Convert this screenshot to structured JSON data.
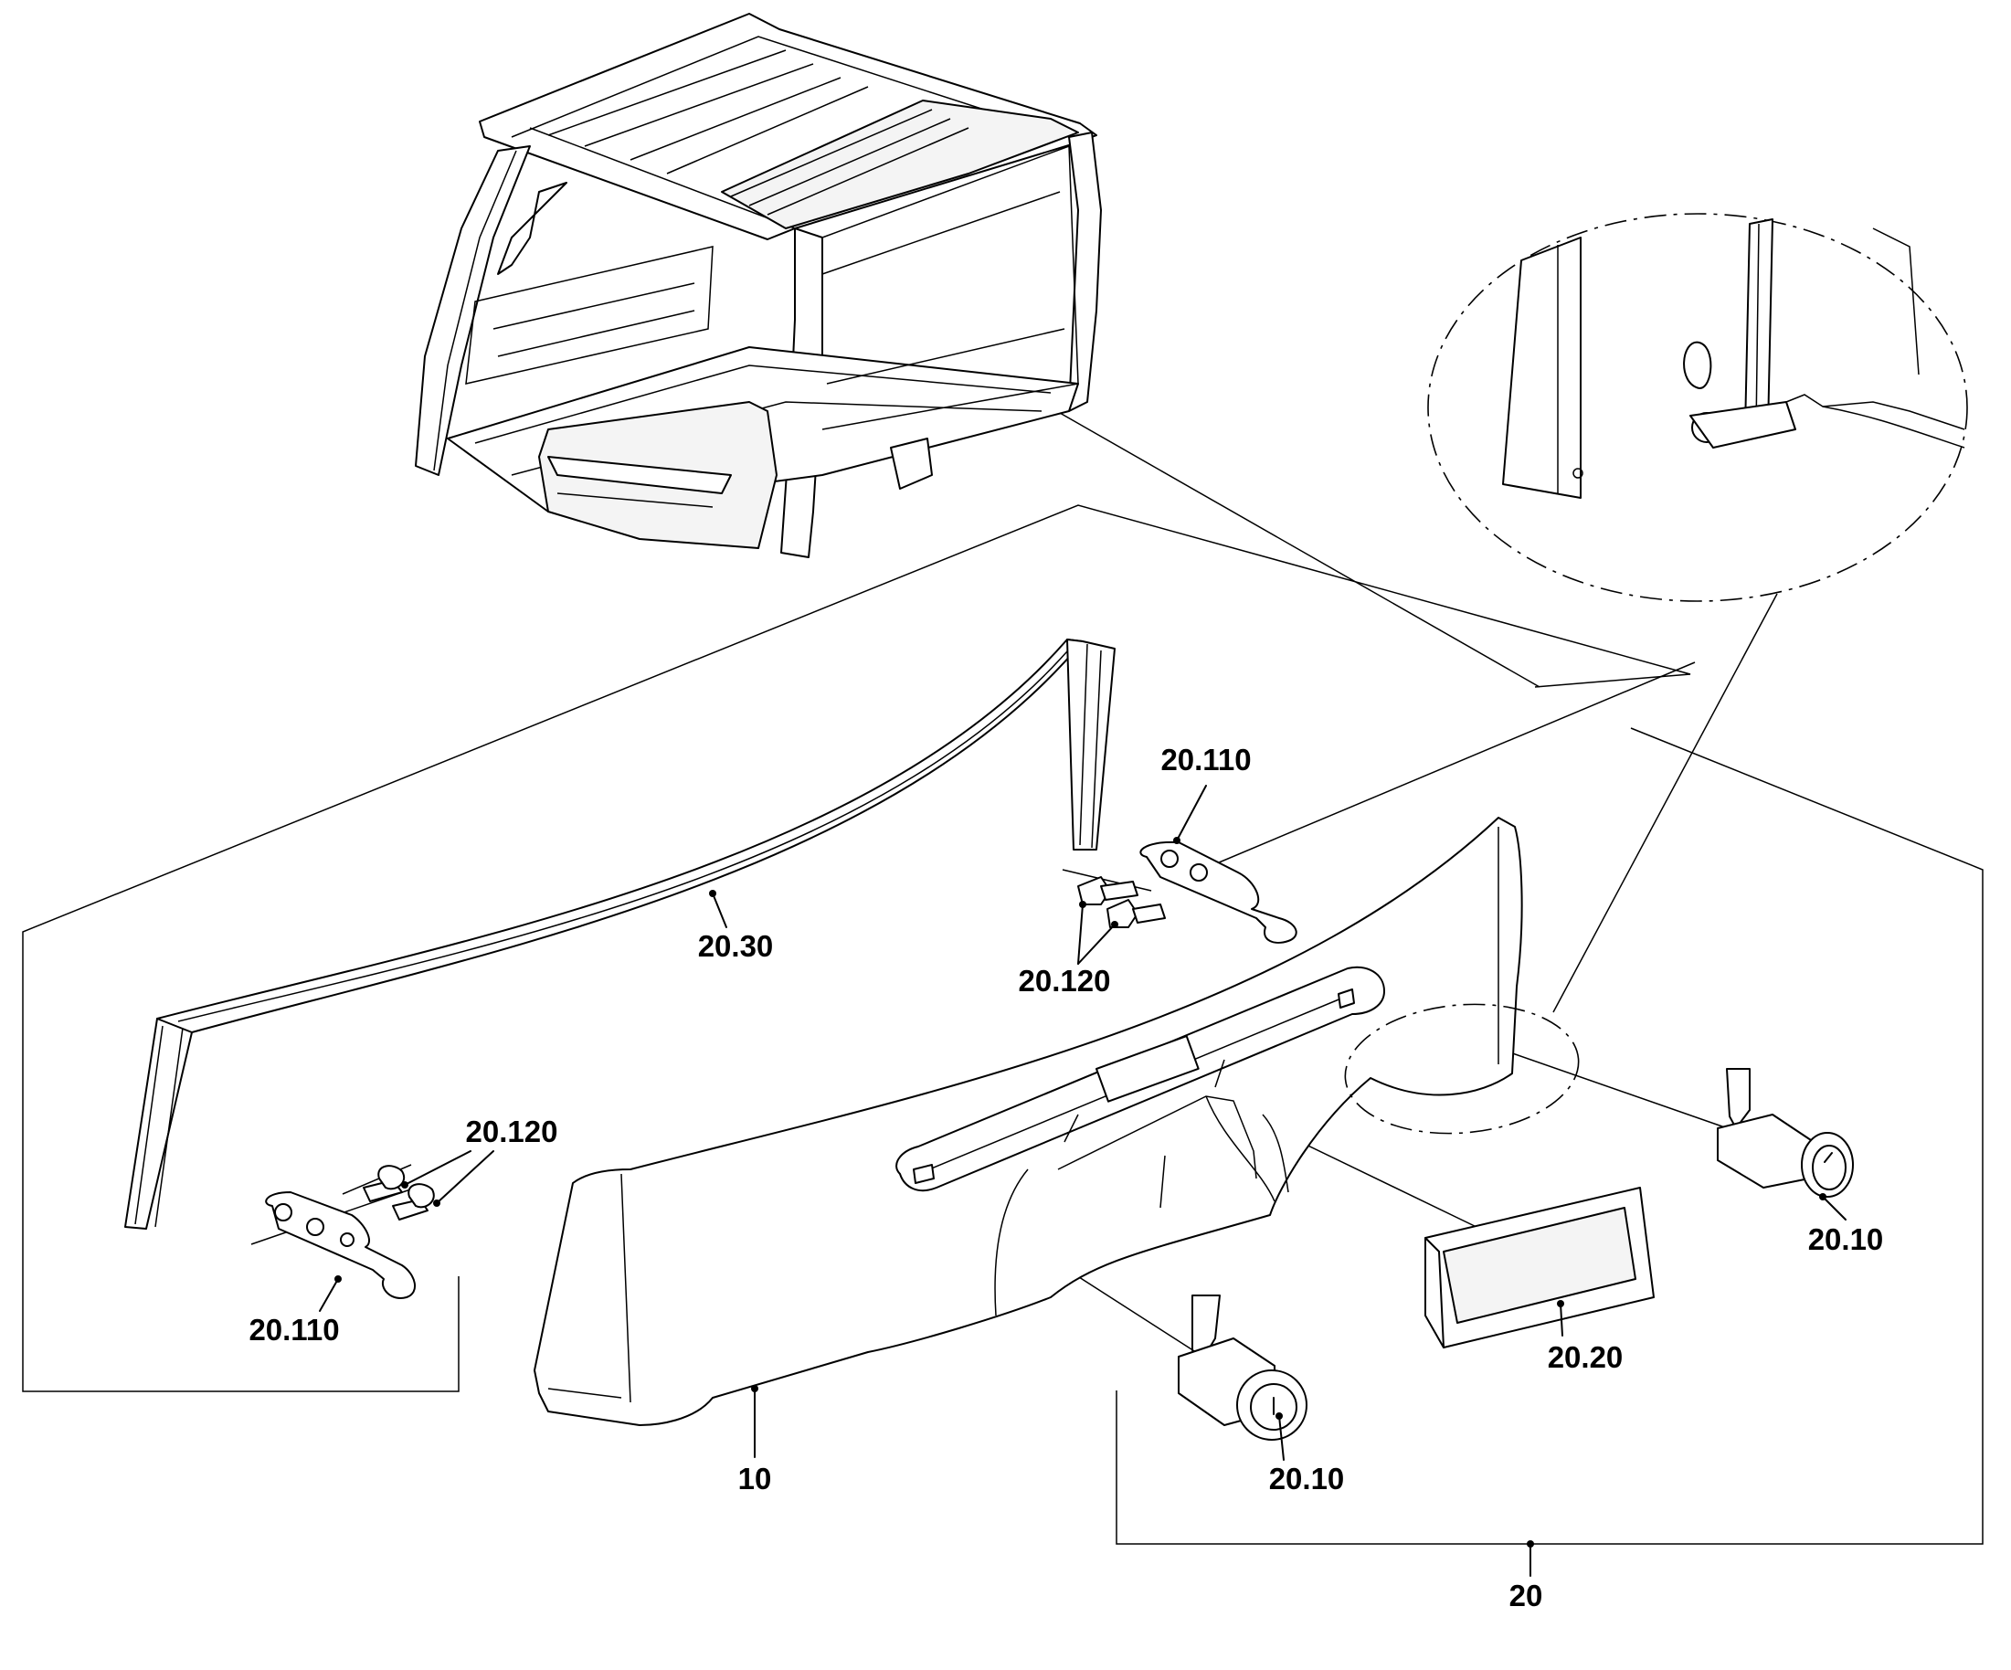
{
  "callouts": {
    "part_10": "10",
    "part_20": "20",
    "part_20_10_right": "20.10",
    "part_20_10_bottom": "20.10",
    "part_20_20": "20.20",
    "part_20_30": "20.30",
    "part_20_110_top": "20.110",
    "part_20_110_left": "20.110",
    "part_20_120_top": "20.120",
    "part_20_120_left": "20.120"
  },
  "colors": {
    "line": "#000000",
    "background": "#ffffff",
    "panel_fill": "#f4f4f4"
  }
}
